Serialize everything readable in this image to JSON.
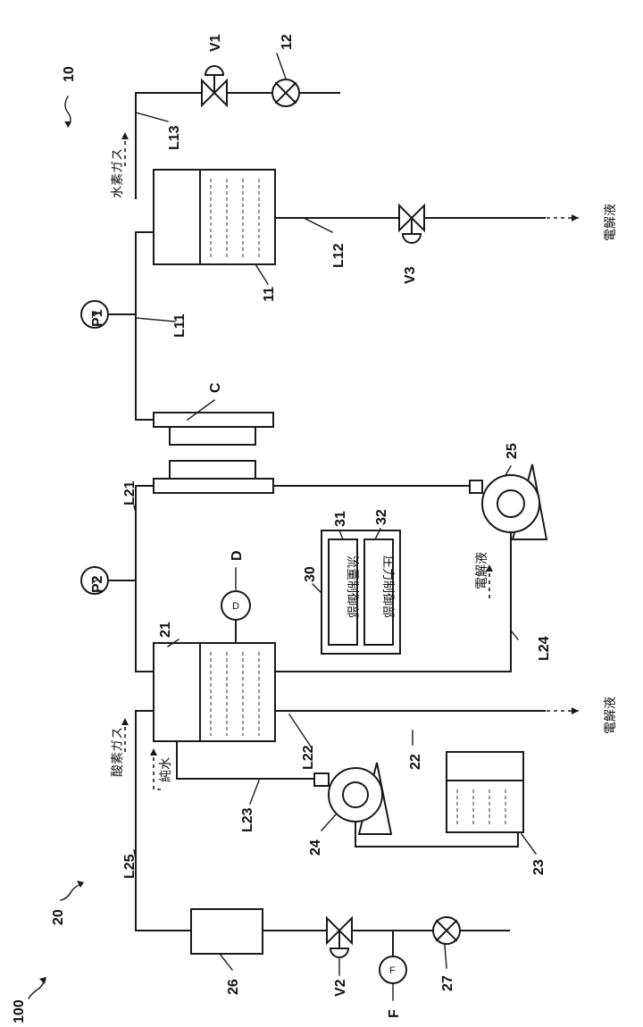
{
  "labels": {
    "system": "100",
    "sys_hydrogen": "10",
    "sys_oxygen": "20",
    "l11": "L11",
    "l12": "L12",
    "l13": "L13",
    "l21": "L21",
    "l22": "L22",
    "l23": "L23",
    "l24": "L24",
    "l25": "L25",
    "v1": "V1",
    "v2": "V2",
    "v3": "V3",
    "p1": "P1",
    "p2": "P2",
    "c": "C",
    "d": "D",
    "f": "F",
    "n11": "11",
    "n12": "12",
    "n21": "21",
    "n22": "22",
    "n23": "23",
    "n24": "24",
    "n25": "25",
    "n26": "26",
    "n27": "27",
    "n30": "30",
    "n31": "31",
    "n32": "32"
  },
  "gauge_symbols": {
    "p": "P",
    "d": "D",
    "f": "F"
  },
  "flow_labels": {
    "hydrogen_gas": "水素ガス",
    "oxygen_gas": "酸素ガス",
    "pure_water": "純水",
    "electrolyte_top": "電解液",
    "electrolyte_bottom": "電解液",
    "electrolyte_return": "電解液"
  },
  "controller": {
    "flow_control": "流量制御部",
    "pressure_control": "圧力制御部"
  }
}
